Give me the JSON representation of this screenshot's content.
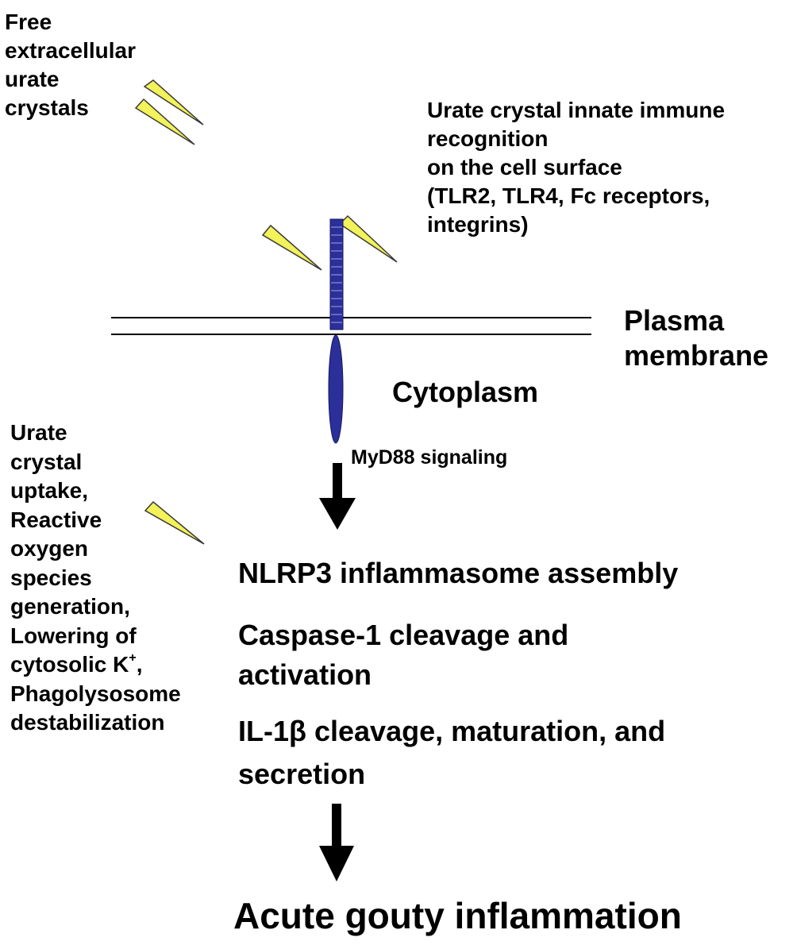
{
  "labels": {
    "free_crystals": [
      "Free",
      "extracellular",
      "urate",
      "crystals"
    ],
    "recognition": [
      "Urate crystal innate immune",
      "recognition",
      "on the cell surface",
      "(TLR2, TLR4, Fc receptors,",
      "integrins)"
    ],
    "plasma_membrane": [
      "Plasma",
      "membrane"
    ],
    "cytoplasm": "Cytoplasm",
    "myd88": "MyD88 signaling",
    "uptake": {
      "lines_before": [
        "Urate",
        "crystal",
        "uptake,",
        "Reactive",
        "oxygen",
        "species",
        "generation,",
        "Lowering of"
      ],
      "k_line_text": "cytosolic K",
      "k_superscript": "+",
      "k_line_suffix": ",",
      "lines_after": [
        "Phagolysosome",
        "destabilization"
      ]
    },
    "steps": {
      "nlrp3": "NLRP3 inflammasome assembly",
      "caspase": [
        "Caspase-1 cleavage and",
        "activation"
      ],
      "il1b": [
        "IL-1β cleavage, maturation, and",
        "secretion"
      ]
    },
    "outcome": "Acute gouty inflammation"
  },
  "colors": {
    "crystal_fill": "#f2f25a",
    "crystal_stroke": "#3a3a3a",
    "receptor_fill": "#2b2f9a",
    "signal_fill": "#2b2f9a",
    "arrow": "#000000",
    "membrane": "#000000"
  },
  "icons": [
    "urate-crystal-icon",
    "receptor-icon",
    "signaling-domain-icon",
    "down-arrow-icon"
  ]
}
